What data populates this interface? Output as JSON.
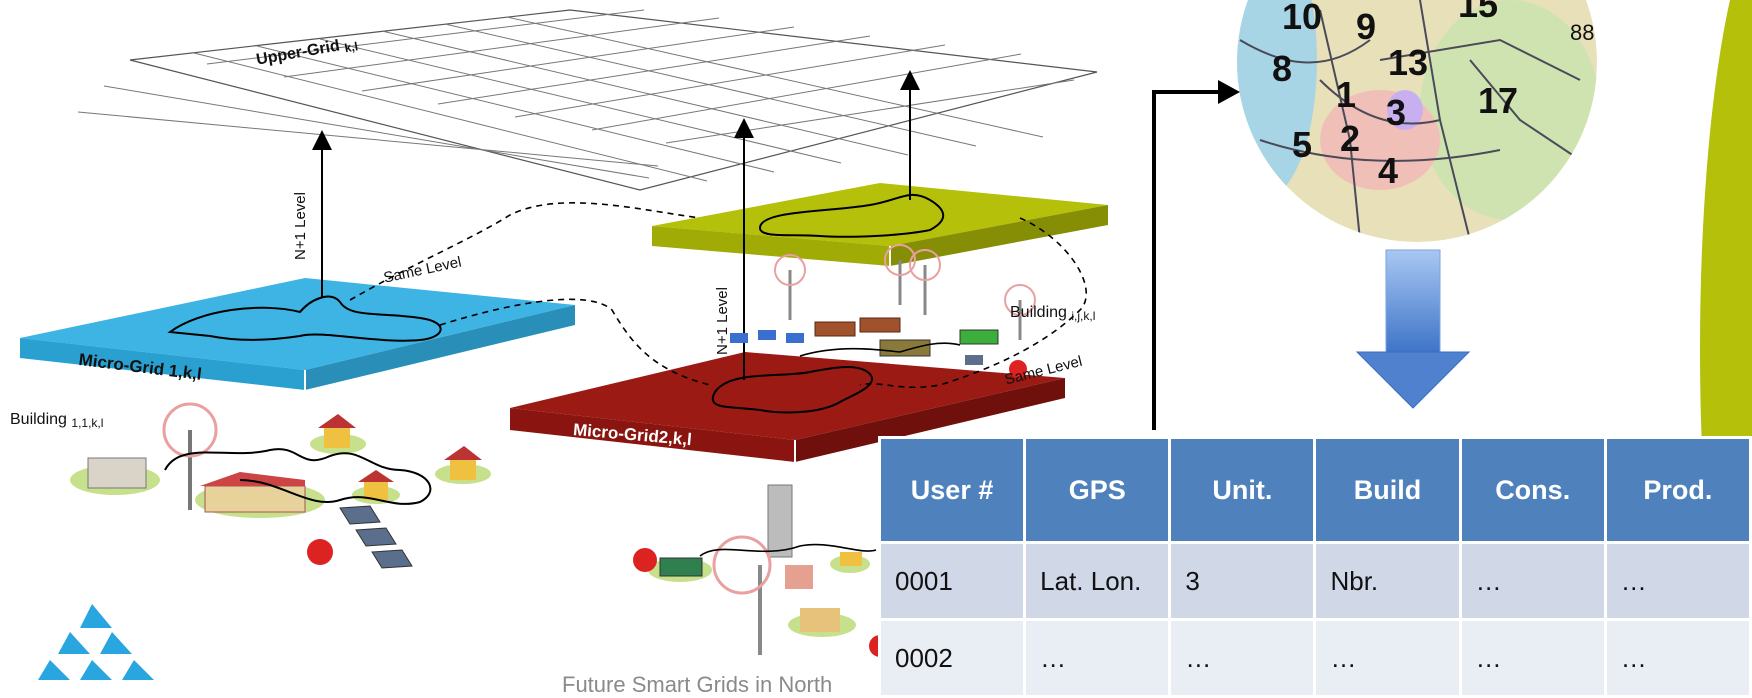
{
  "labels": {
    "upper_grid": "Upper-Grid",
    "upper_grid_sub": "k,l",
    "n1_left": "N+1 Level",
    "n1_mid": "N+1 Level",
    "same_level_left": "Same Level",
    "same_level_right": "Same Level",
    "micro_grid_1": "Micro-Grid 1,k,l",
    "micro_grid_2": "Micro-Grid2,k,l",
    "building_1": "Building",
    "building_1_sub": "1,1,k,l",
    "building_ijkl": "Building",
    "building_ijkl_sub": "i,j,k,l"
  },
  "map_numbers": [
    "10",
    "9",
    "15",
    "8",
    "13",
    "1",
    "3",
    "17",
    "5",
    "2",
    "4",
    "88"
  ],
  "table": {
    "headers": [
      "User #",
      "GPS",
      "Unit.",
      "Build",
      "Cons.",
      "Prod."
    ],
    "rows": [
      [
        "0001",
        "Lat. Lon.",
        "3",
        "Nbr.",
        "…",
        "…"
      ],
      [
        "0002",
        "…",
        "…",
        "…",
        "…",
        "…"
      ]
    ]
  },
  "footer": "Future Smart Grids in North",
  "colors": {
    "micro_grid_1": "#3db4e4",
    "micro_grid_2": "#9b1a14",
    "upper_green": "#b5c00a",
    "table_header": "#4f81bd",
    "arrow_blue": "#5b8fd6"
  }
}
